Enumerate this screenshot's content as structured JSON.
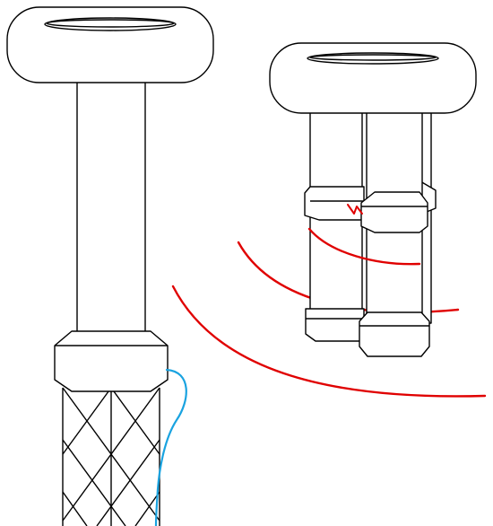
{
  "colors": {
    "background": "#ffffff",
    "outline": "#000000",
    "fill": "#ffffff",
    "signal_arcs": "#e00000",
    "cable": "#1aa3e0"
  },
  "components": {
    "left_assembly": {
      "top_ring_icon": "toroid-ring",
      "rod_icon": "cylindrical-rod",
      "collar_icon": "hex-collar",
      "base_icon": "lattice-mesh-base",
      "cable_icon": "cable"
    },
    "right_assembly": {
      "top_ring_icon": "toroid-ring",
      "rods_icon": "three-rods",
      "collars_icon": "hex-collars",
      "discharge_icon": "spark-zigzag"
    },
    "field_arcs_icon": "field-arcs"
  }
}
